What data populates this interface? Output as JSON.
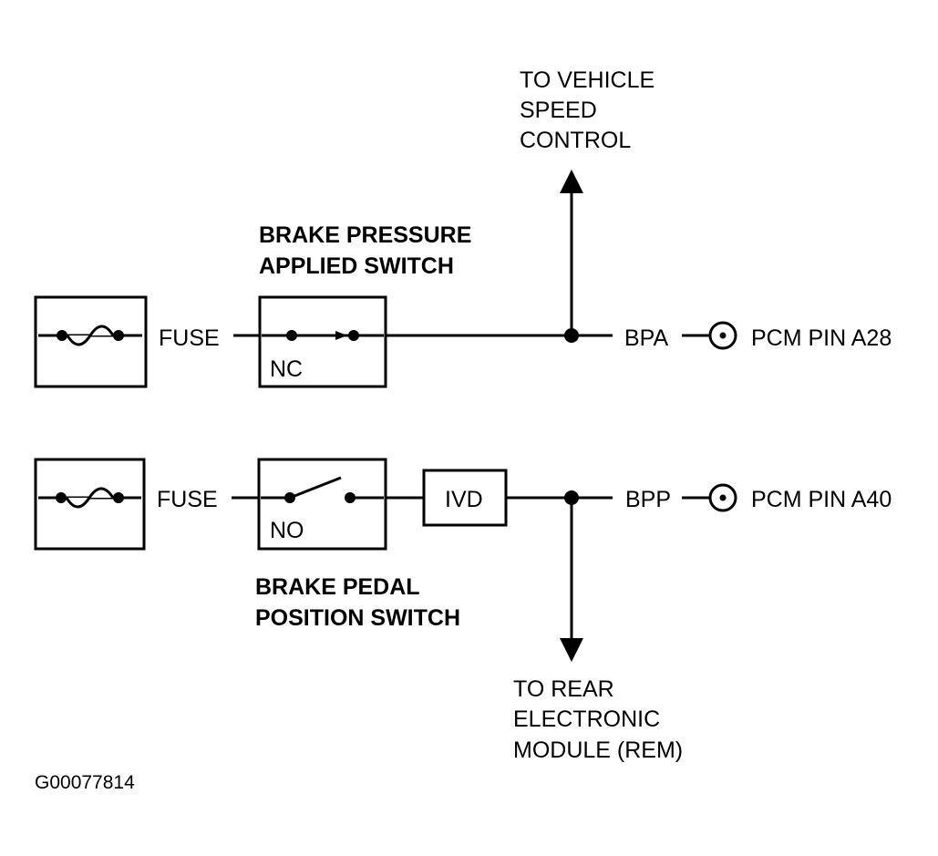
{
  "labels": {
    "to_speed_control": [
      "TO VEHICLE",
      "SPEED",
      "CONTROL"
    ],
    "bpa_switch_title": [
      "BRAKE PRESSURE",
      "APPLIED SWITCH"
    ],
    "bpp_switch_title": [
      "BRAKE PEDAL",
      "POSITION SWITCH"
    ],
    "to_rem": [
      "TO REAR",
      "ELECTRONIC",
      "MODULE (REM)"
    ],
    "fuse_top": "FUSE",
    "fuse_bottom": "FUSE",
    "nc": "NC",
    "no": "NO",
    "ivd": "IVD",
    "bpa": "BPA",
    "bpp": "BPP",
    "pcm_a28": "PCM PIN A28",
    "pcm_a40": "PCM PIN A40",
    "figure_id": "G00077814"
  }
}
